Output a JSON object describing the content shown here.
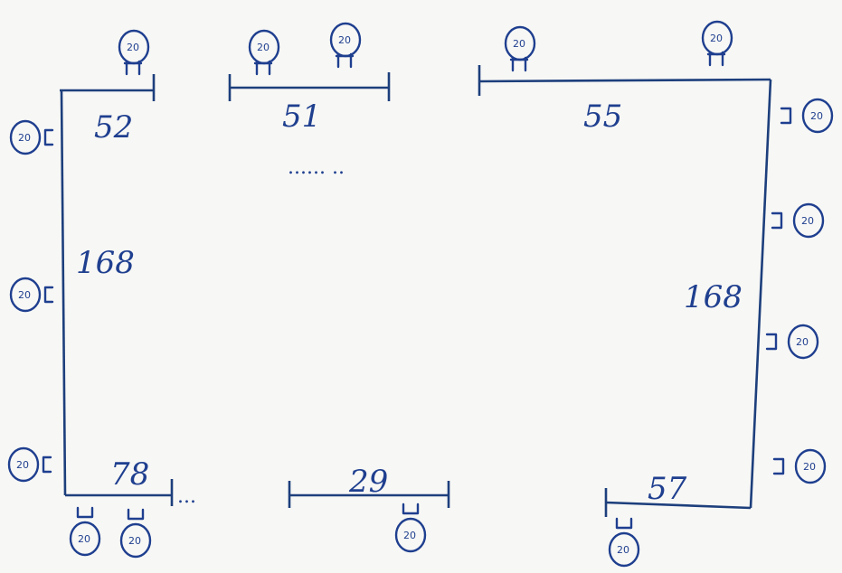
{
  "colors": {
    "paper": "#f7f7f5",
    "ink": "#1f3f8f",
    "wall": "#1d3f7c"
  },
  "labels": {
    "top_left_dim": "52",
    "top_middle_dim": "51",
    "top_right_dim": "55",
    "left_side_dim": "168",
    "right_side_dim": "168",
    "bottom_left_dim": "78",
    "bottom_middle_dim": "29",
    "bottom_right_dim": "57",
    "top_dots": "...... ..",
    "bottom_left_dots": "..."
  },
  "seat_badge": "20",
  "icons": {
    "seat": "chair-icon"
  }
}
